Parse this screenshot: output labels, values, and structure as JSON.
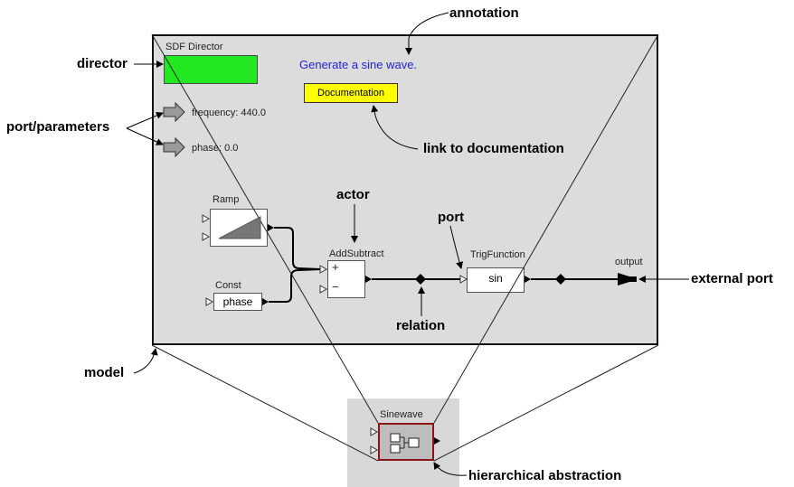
{
  "model": {
    "director_label": "SDF Director",
    "parameters": [
      {
        "name": "frequency",
        "value": "440.0",
        "text": "frequency: 440.0"
      },
      {
        "name": "phase",
        "value": "0.0",
        "text": "phase: 0.0"
      }
    ],
    "annotation_text": "Generate a sine wave.",
    "documentation_label": "Documentation",
    "actors": {
      "ramp": "Ramp",
      "const": "Const",
      "const_value": "phase",
      "add_subtract": "AddSubtract",
      "add_symbol": "+",
      "sub_symbol": "−",
      "trig_function": "TrigFunction",
      "trig_value": "sin"
    },
    "output_port": "output"
  },
  "composite": {
    "label": "Sinewave"
  },
  "callouts": {
    "annotation": "annotation",
    "director": "director",
    "port_parameters": "port/parameters",
    "link_to_documentation": "link to documentation",
    "actor": "actor",
    "port": "port",
    "external_port": "external port",
    "relation": "relation",
    "model": "model",
    "hierarchical_abstraction": "hierarchical abstraction"
  },
  "colors": {
    "director": "#22e822",
    "documentation": "#ffff00",
    "annotation_text": "#2222dd",
    "canvas": "#dcdcdc",
    "composite_border": "#8b1414"
  }
}
